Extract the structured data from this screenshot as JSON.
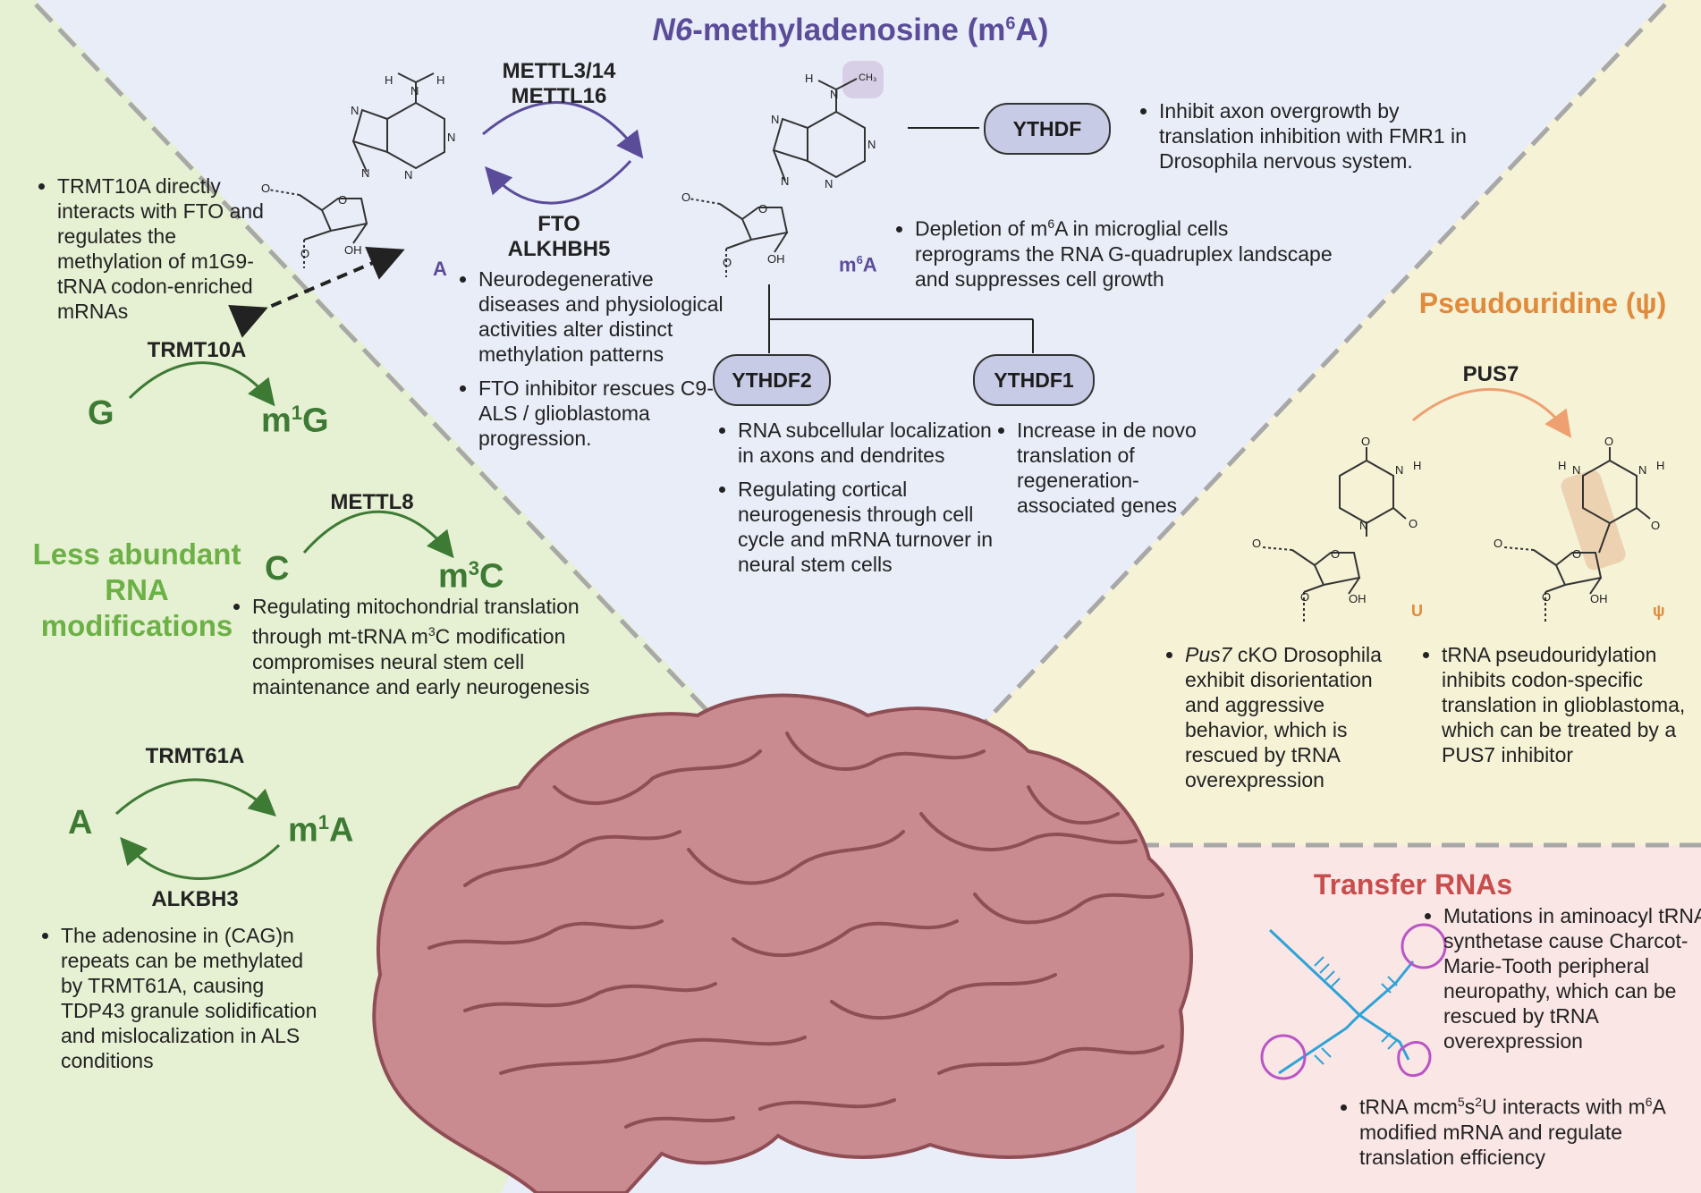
{
  "m6a": {
    "title_prefix": "N6",
    "title_rest": "-methyladenosine (m",
    "title_sup": "6",
    "title_end": "A)",
    "writers_1": "METTL3/14",
    "writers_2": "METTL16",
    "erasers_1": "FTO",
    "erasers_2": "ALKHBH5",
    "label_a": "A",
    "label_m6a_pre": "m",
    "label_m6a_sup": "6",
    "label_m6a_post": "A",
    "bullets_left": [
      "Neurodegenerative diseases and physiological activities alter distinct methylation patterns",
      "FTO inhibitor rescues C9-ALS / glioblastoma progression."
    ],
    "microglia_pre": "Depletion of m",
    "microglia_sup": "6",
    "microglia_post": "A in microglial cells reprograms the RNA G-quadruplex landscape and suppresses cell growth",
    "ythdf": "YTHDF",
    "ythdf_bullet": "Inhibit axon overgrowth by translation inhibition with FMR1 in Drosophila nervous system.",
    "ythdf2": "YTHDF2",
    "ythdf2_bullets": [
      "RNA subcellular localization in axons and dendrites",
      "Regulating cortical neurogenesis through cell cycle and mRNA turnover in neural stem cells"
    ],
    "ythdf1": "YTHDF1",
    "ythdf1_bullets": [
      "Increase in de novo translation of regeneration-associated genes"
    ]
  },
  "less": {
    "title": "Less abundant RNA modifications",
    "trmt10a_bullet": "TRMT10A directly interacts with FTO and regulates the methylation of m1G9-tRNA codon-enriched mRNAs",
    "trmt10a": "TRMT10A",
    "g": "G",
    "m1g_pre": "m",
    "m1g_sup": "1",
    "m1g_post": "G",
    "mettl8": "METTL8",
    "c": "C",
    "m3c_pre": "m",
    "m3c_sup": "3",
    "m3c_post": "C",
    "mettl8_bullet_pre": "Regulating mitochondrial translation through mt-tRNA m",
    "mettl8_bullet_sup": "3",
    "mettl8_bullet_post": "C modification compromises neural stem cell maintenance and early neurogenesis",
    "trmt61a": "TRMT61A",
    "alkbh3": "ALKBH3",
    "a": "A",
    "m1a_pre": "m",
    "m1a_sup": "1",
    "m1a_post": "A",
    "trmt61a_bullet": "The adenosine in (CAG)n repeats can be methylated by TRMT61A, causing TDP43 granule solidification and mislocalization in ALS conditions"
  },
  "pseudo": {
    "title": "Pseudouridine (ψ)",
    "pus7": "PUS7",
    "label_u": "U",
    "label_psi": "ψ",
    "bullet1_italic": "Pus7",
    "bullet1_rest": " cKO Drosophila exhibit disorientation and aggressive behavior, which is rescued by tRNA overexpression",
    "bullet2": "tRNA pseudouridylation inhibits codon-specific translation in glioblastoma, which can be treated by a PUS7 inhibitor"
  },
  "trna": {
    "title": "Transfer RNAs",
    "bullet1": "Mutations in aminoacyl tRNA synthetase cause Charcot-Marie-Tooth peripheral neuropathy, which can be rescued by tRNA overexpression",
    "bullet2_pre": "tRNA mcm",
    "bullet2_sup1": "5",
    "bullet2_mid": "s",
    "bullet2_sup2": "2",
    "bullet2_mid2": "U interacts with m",
    "bullet2_sup3": "6",
    "bullet2_post": "A modified mRNA and regulate translation efficiency"
  },
  "colors": {
    "m6a_bg": "#e9edf8",
    "less_bg": "#e6f0d2",
    "pseudo_bg": "#f5f2d6",
    "trna_bg": "#fbe6e6",
    "m6a_accent": "#5b4c9a",
    "green_accent": "#3d7a34",
    "orange_accent": "#e08a3c",
    "red_accent": "#c84d4d",
    "brain": "#c98b8f"
  },
  "icons": [
    "adenosine-structure",
    "m6a-structure",
    "uridine-structure",
    "pseudouridine-structure",
    "trna-cloverleaf-icon",
    "brain-illustration"
  ]
}
